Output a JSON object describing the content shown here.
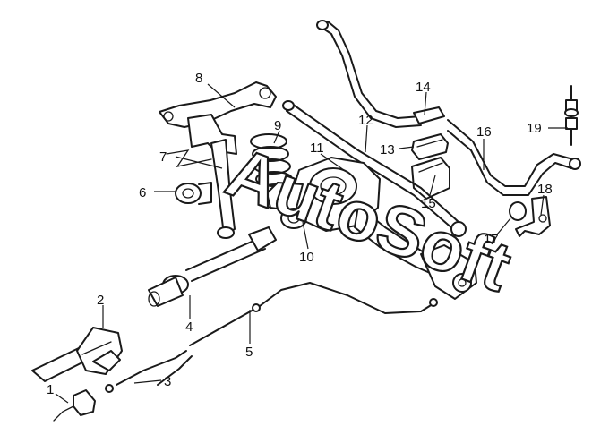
{
  "watermark": {
    "text": "AutoSoft"
  },
  "callouts": [
    {
      "id": "1",
      "label": "1"
    },
    {
      "id": "2",
      "label": "2"
    },
    {
      "id": "3",
      "label": "3"
    },
    {
      "id": "4",
      "label": "4"
    },
    {
      "id": "5",
      "label": "5"
    },
    {
      "id": "6",
      "label": "6"
    },
    {
      "id": "7",
      "label": "7"
    },
    {
      "id": "8",
      "label": "8"
    },
    {
      "id": "9",
      "label": "9"
    },
    {
      "id": "10",
      "label": "10"
    },
    {
      "id": "11",
      "label": "11"
    },
    {
      "id": "12",
      "label": "12"
    },
    {
      "id": "13",
      "label": "13"
    },
    {
      "id": "14",
      "label": "14"
    },
    {
      "id": "15",
      "label": "15"
    },
    {
      "id": "16",
      "label": "16"
    },
    {
      "id": "17",
      "label": "17"
    },
    {
      "id": "18",
      "label": "18"
    },
    {
      "id": "19",
      "label": "19"
    }
  ]
}
